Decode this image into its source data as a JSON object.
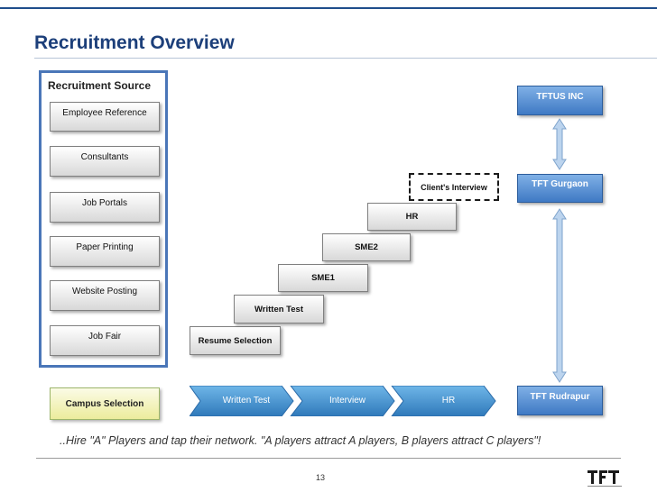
{
  "slide": {
    "title": "Recruitment Overview",
    "quote": "..Hire \"A\" Players and tap their network. \"A players attract A players, B players attract C players\"!",
    "page_number": "13"
  },
  "colors": {
    "title": "#1c3f7a",
    "panel_border": "#4a76b8",
    "blue_box": "#3f79c4",
    "chevron": "#3a86c6",
    "campus": "#ecec9c"
  },
  "recruitment_source": {
    "title": "Recruitment Source",
    "items": [
      "Employee Reference",
      "Consultants",
      "Job Portals",
      "Paper Printing",
      "Website Posting",
      "Job Fair"
    ]
  },
  "campus": {
    "label": "Campus Selection"
  },
  "process_steps": [
    "Resume Selection",
    "Written Test",
    "SME1",
    "SME2",
    "HR"
  ],
  "client_interview": "Client's Interview",
  "campus_flow": [
    "Written Test",
    "Interview",
    "HR"
  ],
  "locations": [
    "TFTUS INC",
    "TFT Gurgaon",
    "TFT Rudrapur"
  ],
  "logo": {
    "name": "tft-logo"
  }
}
